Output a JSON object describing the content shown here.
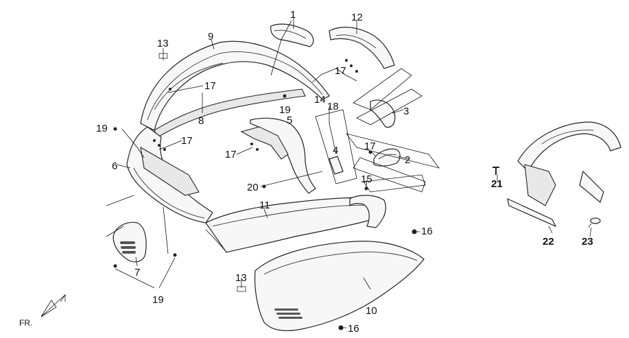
{
  "diagram": {
    "labels": {
      "p1": "1",
      "p2": "2",
      "p3": "3",
      "p4": "4",
      "p5": "5",
      "p6": "6",
      "p7": "7",
      "p8": "8",
      "p9": "9",
      "p10": "10",
      "p11": "11",
      "p12": "12",
      "p13a": "13",
      "p13b": "13",
      "p14": "14",
      "p15": "15",
      "p16a": "16",
      "p16b": "16",
      "p17a": "17",
      "p17b": "17",
      "p17c": "17",
      "p17d": "17",
      "p17e": "17",
      "p18": "18",
      "p19a": "19",
      "p19b": "19",
      "p19c": "19",
      "p20": "20",
      "p21": "21",
      "p22": "22",
      "p23": "23"
    },
    "front_indicator": "FR."
  }
}
